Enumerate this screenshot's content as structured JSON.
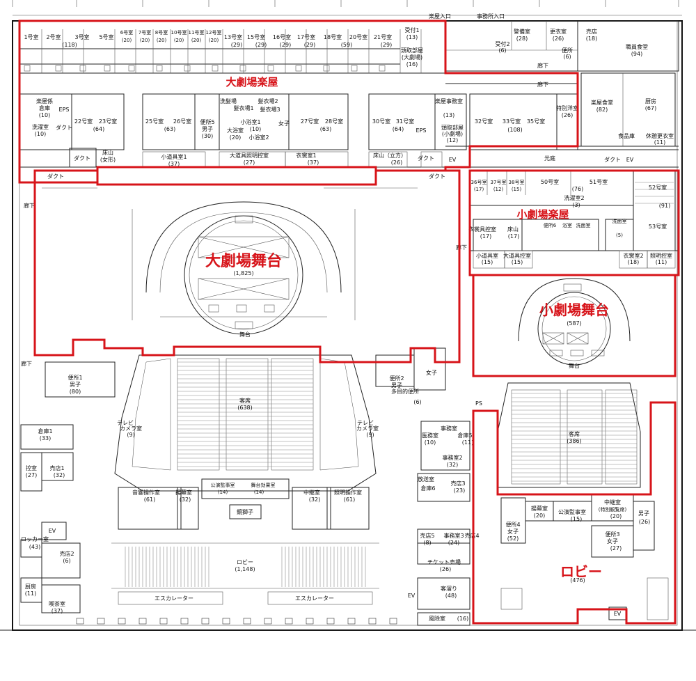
{
  "entrances": {
    "gakuya": "楽屋入口",
    "jimusho": "事務所入口"
  },
  "zones": {
    "main_dressing": "大劇場楽屋",
    "main_stage": "大劇場舞台",
    "small_dressing": "小劇場楽屋",
    "small_stage": "小劇場舞台",
    "small_lobby": "ロビー"
  },
  "rooms": {
    "r1": "1号室",
    "r2": "2号室",
    "r3": "3号室",
    "r5": "5号室",
    "r1_118": "(118)",
    "r6": "6号室",
    "r7": "7号室",
    "r8": "8号室",
    "r10": "10号室",
    "r11": "11号室",
    "r12": "12号室",
    "cap20": "(20)",
    "r13": "13号室",
    "r15": "15号室",
    "r16": "16号室",
    "r17": "17号室",
    "r18": "18号室",
    "r20": "20号室",
    "r21": "21号室",
    "cap29": "(29)",
    "cap59": "(59)",
    "uketsuke1": "受付1",
    "cap13": "(13)",
    "toridashi_dai": "頭取部屋",
    "toridashi_dai2": "(大劇場)",
    "cap16": "(16)",
    "keibi": "警備室",
    "cap28": "(28)",
    "kouishitsu": "更衣室",
    "cap26": "(26)",
    "baiten": "売店",
    "cap18": "(18)",
    "uketsuke2": "受付2",
    "cap6": "(6)",
    "benjo": "便所",
    "shokuin_shokudo": "職員食堂",
    "cap94": "(94)",
    "rouka": "廊下",
    "gakuyagakari": "楽屋係",
    "souko": "倉庫",
    "cap10": "(10)",
    "eps": "EPS",
    "sentaku": "洗濯室",
    "dakuto": "ダクト",
    "r22": "22号室",
    "r23": "23号室",
    "cap64": "(64)",
    "r25": "25号室",
    "r26": "26号室",
    "cap63": "(63)",
    "benjo5": "便所5",
    "danshi": "男子",
    "cap30": "(30)",
    "senpuku": "洗髪場",
    "kami1": "髪衣場1",
    "kami2": "髪衣場2",
    "kami3": "髪衣場3",
    "koyokushitsu1": "小浴室1",
    "koyokushitsu2": "小浴室2",
    "ooyoku": "大浴室",
    "joshi": "女子",
    "r27": "27号室",
    "r28": "28号室",
    "r30": "30号室",
    "r31": "31号室",
    "gakuya_jimu": "楽屋事務室",
    "toridashi_sho": "頭取部屋",
    "toridashi_sho2": "(小劇場)",
    "cap12": "(12)",
    "r32": "32号室",
    "r33": "33号室",
    "r35": "35号室",
    "cap108": "(108)",
    "tokubetsu": "特別洋室",
    "gakuya_shokudo": "楽屋食堂",
    "cap82": "(82)",
    "chubo": "厨房",
    "cap67": "(67)",
    "shokuhinko": "食品庫",
    "kyukei": "休憩更衣室",
    "cap11": "(11)",
    "yuka_yame": "床山",
    "yuka_yame2": "(女形)",
    "kodougu1": "小道具室1",
    "cap37": "(37)",
    "oodougu_shoumei": "大道具照明控室",
    "cap27": "(27)",
    "ishou1": "衣裳室1",
    "yuka_tachi": "床山（立方）",
    "ev": "EV",
    "kougan": "光庭",
    "r36": "36号室",
    "r37": "37号室",
    "r38": "38号室",
    "r50": "50号室",
    "r51": "51号室",
    "r52": "52号室",
    "r53": "53号室",
    "cap17": "(17)",
    "cap12b": "(12)",
    "cap15": "(15)",
    "cap76": "(76)",
    "cap91": "(91)",
    "sentaku2": "洗濯室2",
    "cap3": "(3)",
    "ishouhikae": "衣裳具控室",
    "yukayama": "床山",
    "benjo6": "便所6",
    "yokushitsu": "浴室",
    "senmenjo": "洗面室",
    "cap5": "(5)",
    "shodougu": "小道具室",
    "oodougu": "大道具控室",
    "ishou2": "衣裳室2",
    "shoumeihikae": "照明控室",
    "cap18b": "(18)",
    "main_stage_cap": "(1,825)",
    "butai": "舞台",
    "small_stage_cap": "(587)",
    "kyakuseki": "客席",
    "cap638": "(638)",
    "benjo1": "便所1",
    "cap80": "(80)",
    "benjo2": "便所2",
    "tamokuteki": "多目的便所",
    "souko1": "倉庫1",
    "cap33": "(33)",
    "terebi": "テレビ",
    "camera": "カメラ室",
    "cap9": "(9)",
    "hikaeshitsu": "控室",
    "baiten1": "売店1",
    "cap32": "(32)",
    "onkyou": "音響操作室",
    "cap61": "(61)",
    "hikimaku": "揚幕室",
    "koen_kanshi": "公演監事室",
    "butai_kouka": "舞台効果室",
    "cap14": "(14)",
    "chukei": "中継室",
    "shoumei_sousa": "照明操作室",
    "kagamijishi": "鏡獅子",
    "irimu": "医務室",
    "jimu": "事務室",
    "souko5": "倉庫5",
    "jimu2": "事務室2",
    "housou": "放送室",
    "souko6": "倉庫6",
    "baiten3": "売店3",
    "cap23": "(23)",
    "kyakuseki_small": "客席",
    "cap386": "(386)",
    "chukei_small": "中継室",
    "tokubetsu_kanran": "(特別観覧席)",
    "benjo4": "便所4",
    "benjo3": "便所3",
    "rocker": "ロッカー室",
    "cap43": "(43)",
    "baiten2": "売店2",
    "lobby": "ロビー",
    "lobby_cap": "(1,148)",
    "baiten5": "売店5",
    "jimu3": "事務室3",
    "baiten4": "売店4",
    "cap8": "(8)",
    "cap24": "(24)",
    "ticket": "チケット売場",
    "escalator": "エスカレーター",
    "kyakudamari": "客溜り",
    "cap48": "(48)",
    "fuujo": "風除室",
    "chubo2": "厨房",
    "kissa": "喫茶室",
    "cap37b": "(37)",
    "ps": "PS",
    "lobby_small_cap": "(476)",
    "cap52": "(52)"
  },
  "colors": {
    "highlight": "#d7141a",
    "line": "#222222"
  }
}
